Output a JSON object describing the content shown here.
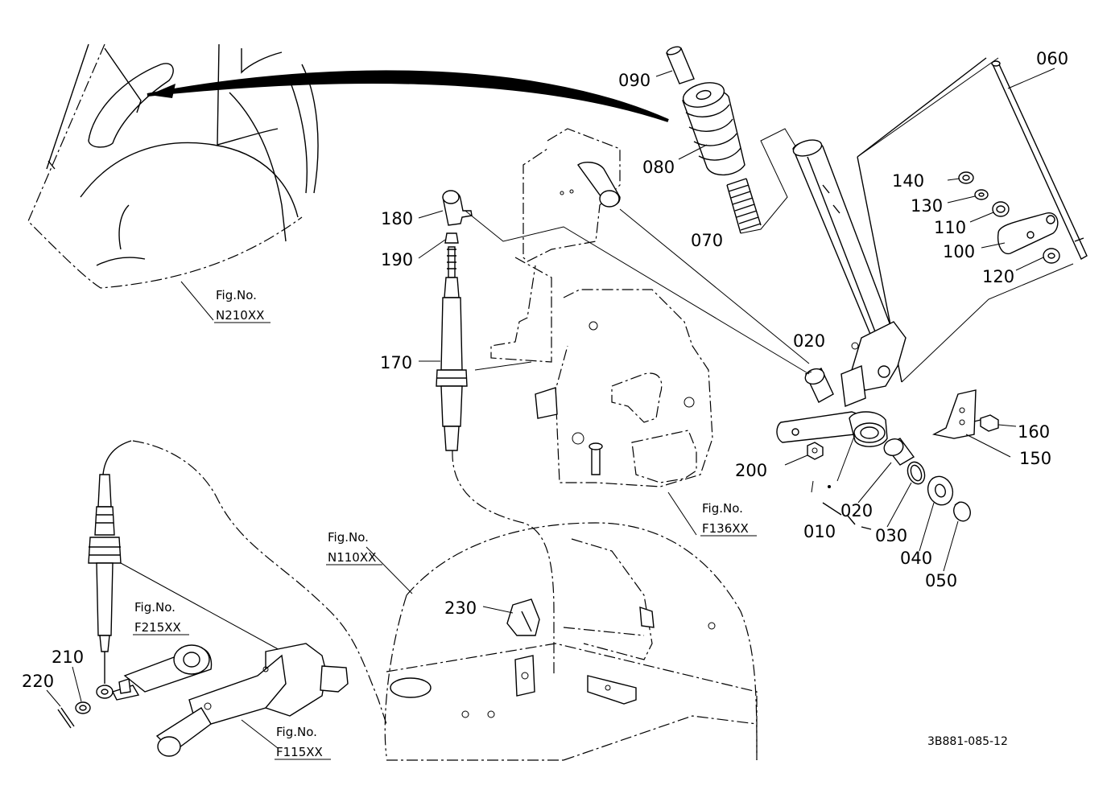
{
  "parts": [
    {
      "id": "p010",
      "label": "010"
    },
    {
      "id": "p020a",
      "label": "020"
    },
    {
      "id": "p020b",
      "label": "020"
    },
    {
      "id": "p030",
      "label": "030"
    },
    {
      "id": "p040",
      "label": "040"
    },
    {
      "id": "p050",
      "label": "050"
    },
    {
      "id": "p060",
      "label": "060"
    },
    {
      "id": "p070",
      "label": "070"
    },
    {
      "id": "p080",
      "label": "080"
    },
    {
      "id": "p090",
      "label": "090"
    },
    {
      "id": "p100",
      "label": "100"
    },
    {
      "id": "p110",
      "label": "110"
    },
    {
      "id": "p120",
      "label": "120"
    },
    {
      "id": "p130",
      "label": "130"
    },
    {
      "id": "p140",
      "label": "140"
    },
    {
      "id": "p150",
      "label": "150"
    },
    {
      "id": "p160",
      "label": "160"
    },
    {
      "id": "p170",
      "label": "170"
    },
    {
      "id": "p180",
      "label": "180"
    },
    {
      "id": "p190",
      "label": "190"
    },
    {
      "id": "p200",
      "label": "200"
    },
    {
      "id": "p210",
      "label": "210"
    },
    {
      "id": "p220",
      "label": "220"
    },
    {
      "id": "p230",
      "label": "230"
    }
  ],
  "figure_refs": [
    {
      "id": "n210",
      "caption": "Fig.No.",
      "code": "N210XX"
    },
    {
      "id": "f136",
      "caption": "Fig.No.",
      "code": "F136XX"
    },
    {
      "id": "n110",
      "caption": "Fig.No.",
      "code": "N110XX"
    },
    {
      "id": "f215",
      "caption": "Fig.No.",
      "code": "F215XX"
    },
    {
      "id": "f115",
      "caption": "Fig.No.",
      "code": "F115XX"
    }
  ],
  "drawing_code": "3B881-085-12"
}
